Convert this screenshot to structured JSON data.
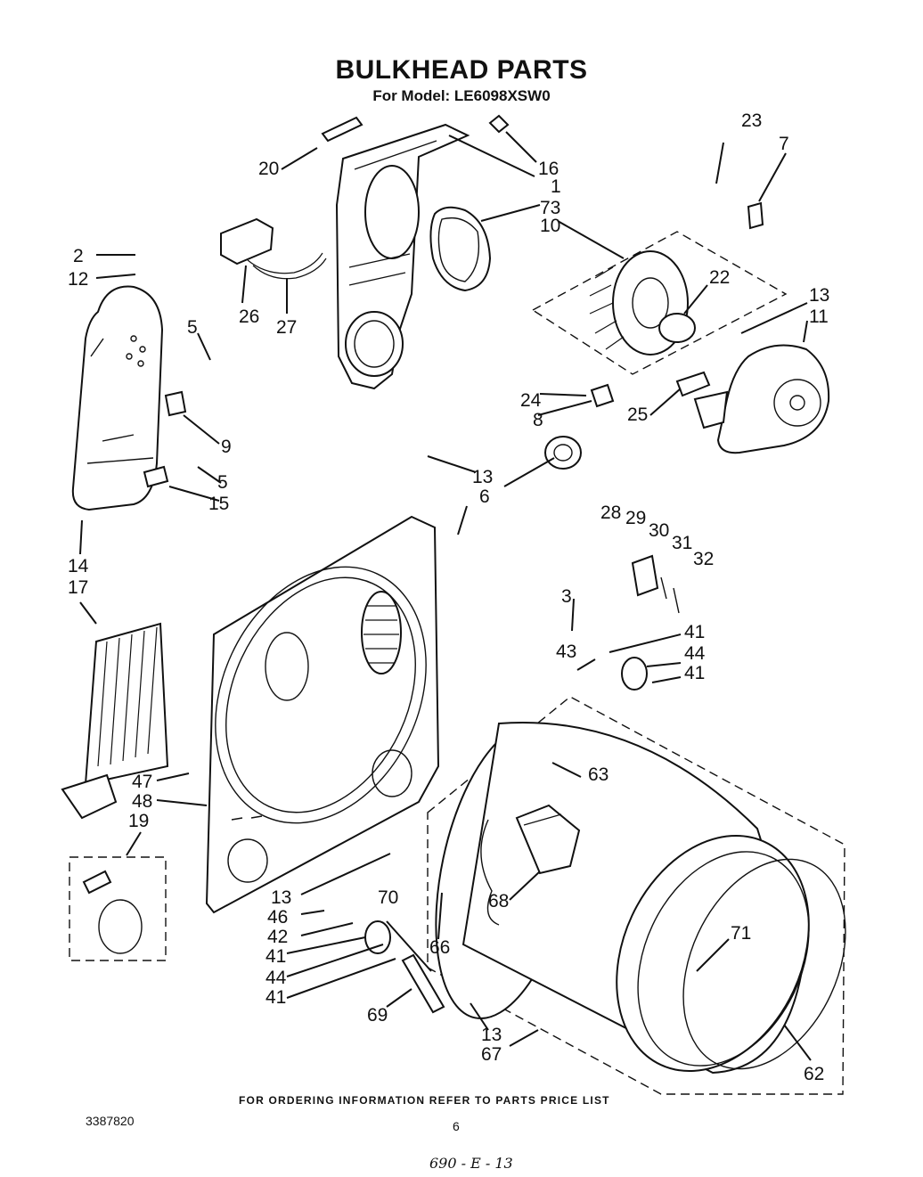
{
  "title": "BULKHEAD PARTS",
  "subtitle": "For Model: LE6098XSW0",
  "footer_note": "FOR ORDERING INFORMATION REFER TO PARTS PRICE LIST",
  "doc_number": "3387820",
  "page_number": "6",
  "handwritten_code": "690 - E - 13",
  "callouts": {
    "c1": "1",
    "c2": "2",
    "c3": "3",
    "c5a": "5",
    "c5b": "5",
    "c6": "6",
    "c7": "7",
    "c8": "8",
    "c9": "9",
    "c10": "10",
    "c11": "11",
    "c12": "12",
    "c13a": "13",
    "c13b": "13",
    "c13c": "13",
    "c13d": "13",
    "c14": "14",
    "c15": "15",
    "c16": "16",
    "c17": "17",
    "c19": "19",
    "c20": "20",
    "c22": "22",
    "c23": "23",
    "c24": "24",
    "c25": "25",
    "c26": "26",
    "c27": "27",
    "c28": "28",
    "c29": "29",
    "c30": "30",
    "c31": "31",
    "c32": "32",
    "c41a": "41",
    "c41b": "41",
    "c41c": "41",
    "c41d": "41",
    "c42": "42",
    "c43": "43",
    "c44a": "44",
    "c44b": "44",
    "c46": "46",
    "c47": "47",
    "c48": "48",
    "c62": "62",
    "c63": "63",
    "c66": "66",
    "c67": "67",
    "c68": "68",
    "c69": "69",
    "c70": "70",
    "c71": "71",
    "c73": "73"
  }
}
